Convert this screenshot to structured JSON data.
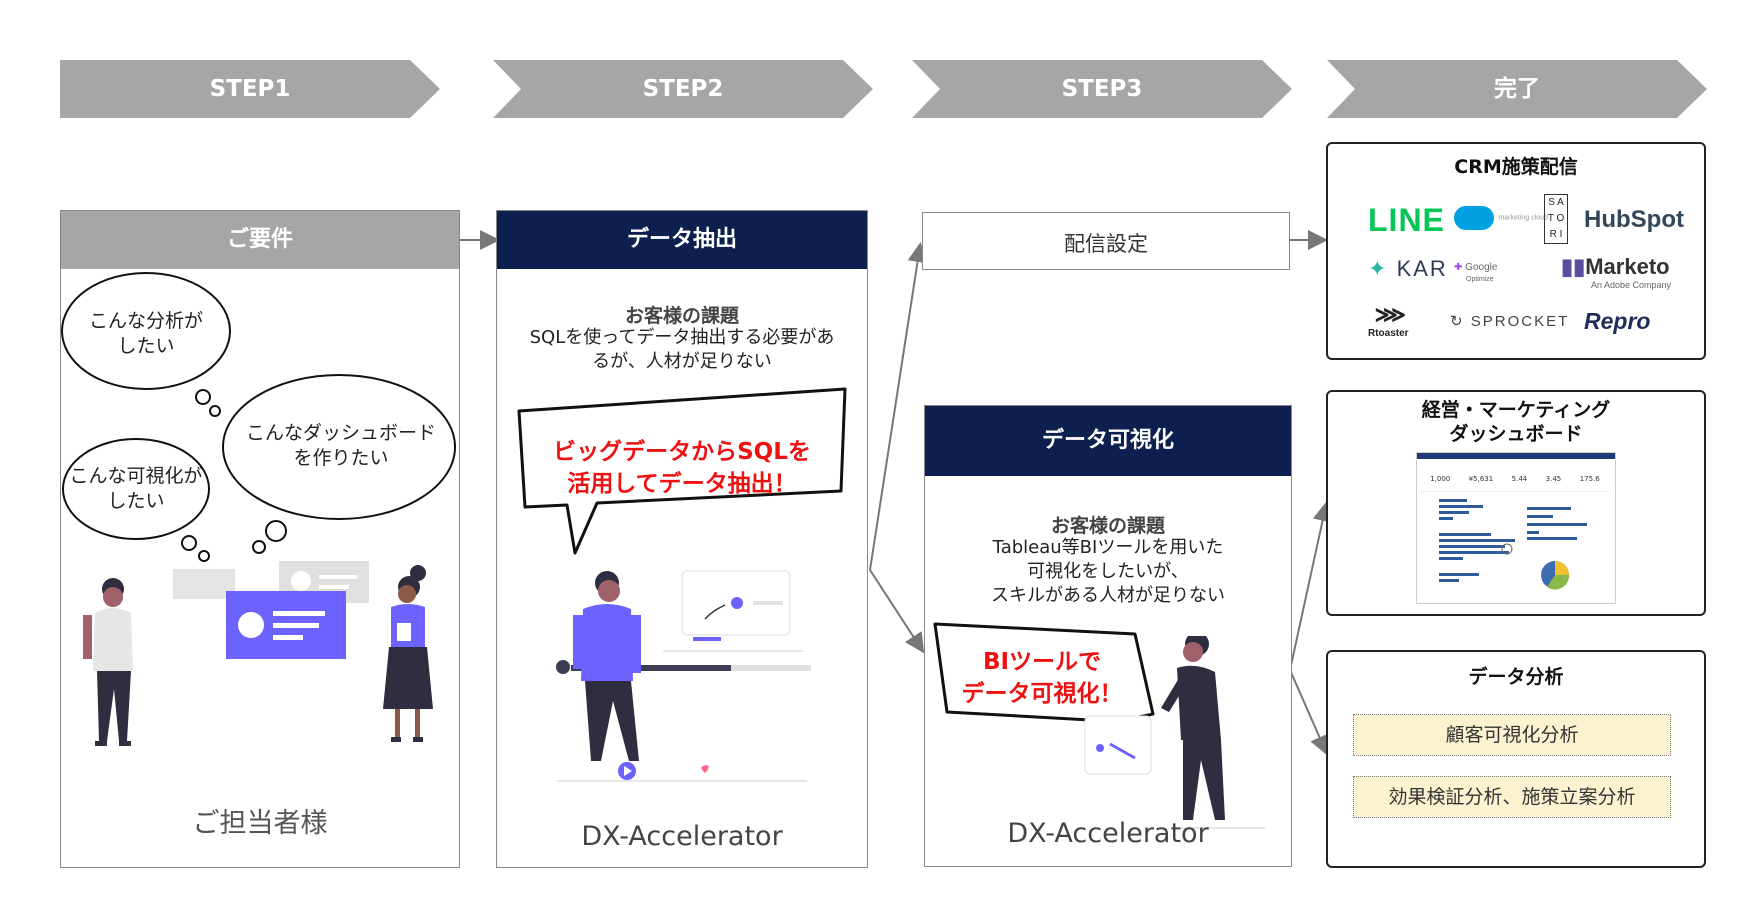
{
  "steps": [
    "STEP1",
    "STEP2",
    "STEP3",
    "完了"
  ],
  "colors": {
    "step_gray": "#a6a6a6",
    "navy": "#0d1f4f",
    "accent_red": "#e11111",
    "purple": "#6c63ff",
    "yellow_box": "#fdf2d0"
  },
  "panel1": {
    "header": "ご要件",
    "bubbles": [
      "こんな分析が\nしたい",
      "こんなダッシュボード\nを作りたい",
      "こんな可視化が\nしたい"
    ],
    "footer": "ご担当者様"
  },
  "panel2": {
    "header": "データ抽出",
    "issue_title": "お客様の課題",
    "issue_text": "SQLを使ってデータ抽出する必要があ\nるが、人材が足りない",
    "callout": "ビッグデータからSQLを\n活用してデータ抽出！",
    "footer": "DX-Accelerator"
  },
  "delivery_box": "配信設定",
  "panel3": {
    "header": "データ可視化",
    "issue_title": "お客様の課題",
    "issue_text": "Tableau等BIツールを用いた\n可視化をしたいが、\nスキルがある人材が足りない",
    "callout": "BIツールで\nデータ可視化！",
    "footer": "DX-Accelerator"
  },
  "result_crm": {
    "title": "CRM施策配信",
    "logos": {
      "line": "LINE",
      "salesforce": "salesforce",
      "salesforce_sub": "marketing cloud",
      "satori": [
        "S A",
        "T O",
        "R I"
      ],
      "hubspot": "HubSpot",
      "kar": "KAR",
      "google": "Google",
      "google_sub": "Optimize",
      "marketo": "Marketo",
      "marketo_sub": "An Adobe Company",
      "rtoaster": "Rtoaster",
      "sprocket": "SPROCKET",
      "repro": "Repro"
    }
  },
  "result_dashboard": {
    "title": "経営・マーケティング\nダッシュボード",
    "kpis": [
      "1,000",
      "¥5,631",
      "5.44",
      "3.45",
      "175.6"
    ]
  },
  "result_analysis": {
    "title": "データ分析",
    "items": [
      "顧客可視化分析",
      "効果検証分析、施策立案分析"
    ]
  }
}
